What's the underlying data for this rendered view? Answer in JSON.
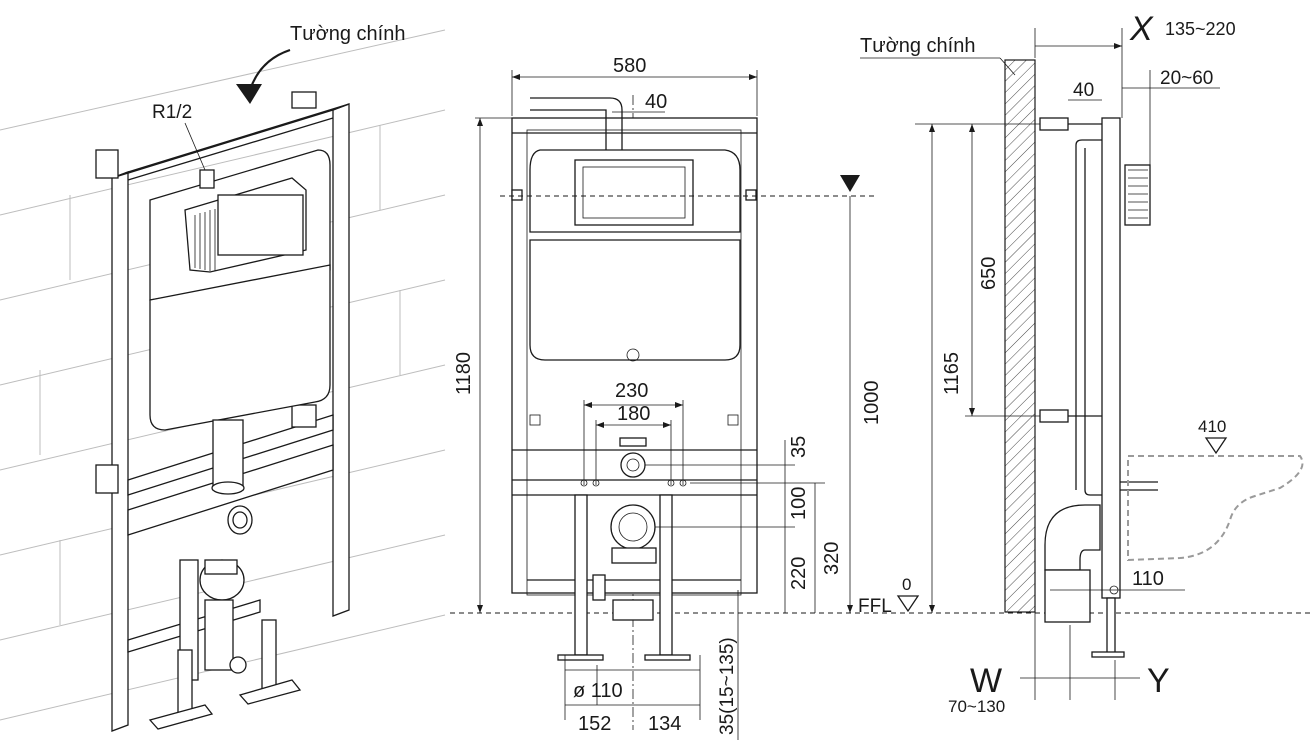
{
  "labels": {
    "main_wall_left": "Tường chính",
    "main_wall_right": "Tường chính",
    "pipe_thread": "R1/2",
    "x_symbol": "X",
    "x_range": "135~220",
    "w_symbol": "W",
    "w_range": "70~130",
    "y_symbol": "Y",
    "ffl": "FFL",
    "ffl_zero": "0",
    "bowl_height": "410"
  },
  "dimensions": {
    "width_580": "580",
    "offset_40_front": "40",
    "height_1180": "1180",
    "height_1000": "1000",
    "width_230": "230",
    "width_180": "180",
    "dim_35": "35",
    "dim_100": "100",
    "dim_220": "220",
    "dim_320": "320",
    "diameter_110": "ø 110",
    "dim_152": "152",
    "dim_134": "134",
    "foot_range": "35(15~135)",
    "offset_40_side": "40",
    "depth_20_60": "20~60",
    "height_650": "650",
    "height_1165": "1165",
    "pipe_110_side": "110"
  }
}
